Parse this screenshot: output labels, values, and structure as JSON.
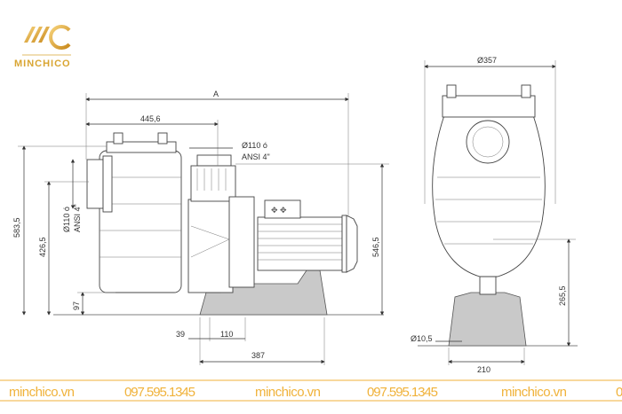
{
  "brand": {
    "name": "MINCHICO",
    "gold": "#e3a834"
  },
  "dimensions": {
    "overall_length": "A",
    "inlet_to_outlet": "445,6",
    "outlet_diameter": "Ø110 ó",
    "outlet_standard": "ANSI 4\"",
    "inlet_diameter": "Ø110 ó",
    "inlet_standard": "ANSI 4\"",
    "total_height": "583,5",
    "inlet_height": "426,5",
    "drain_height": "97",
    "outlet_height": "546,5",
    "base_offset": "39",
    "hole_spacing": "110",
    "base_length": "387",
    "front_width": "Ø357",
    "axis_height": "265,5",
    "hole_diameter": "Ø10,5",
    "base_width": "210"
  },
  "footer": {
    "items": [
      "minchico.vn",
      "097.595.1345",
      "minchico.vn",
      "097.595.1345",
      "minchico.vn",
      "0"
    ]
  }
}
